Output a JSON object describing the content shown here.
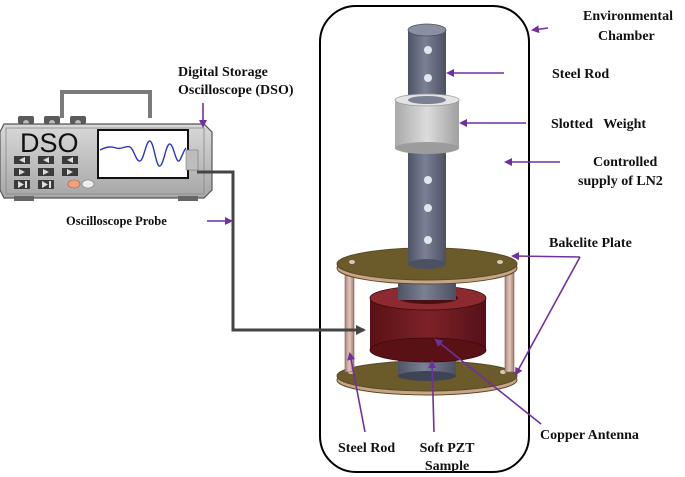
{
  "dso_label": "DSO",
  "labels": {
    "environmental_chamber": [
      "Environmental",
      "Chamber"
    ],
    "digital_storage_oscilloscope": [
      "Digital Storage",
      "Oscilloscope (DSO)"
    ],
    "steel_rod_top": "Steel Rod",
    "slotted_weight": "Slotted   Weight",
    "controlled_supply": [
      "Controlled",
      "supply of LN2"
    ],
    "oscilloscope_probe": "Oscilloscope Probe",
    "bakelite_plate": "Bakelite Plate",
    "steel_rod_bottom": "Steel Rod",
    "soft_pzt_sample": [
      "Soft PZT",
      "Sample"
    ],
    "copper_antenna": "Copper Antenna"
  },
  "colors": {
    "arrow": "#7030a0",
    "probe_wire": "#444444",
    "rod": "#6b7183",
    "weight": "#c8c8c8",
    "plate": "#6b5a2a",
    "plate_rim": "#c8a589",
    "antenna": "#6e1a1f",
    "chamber_border": "#000000"
  }
}
